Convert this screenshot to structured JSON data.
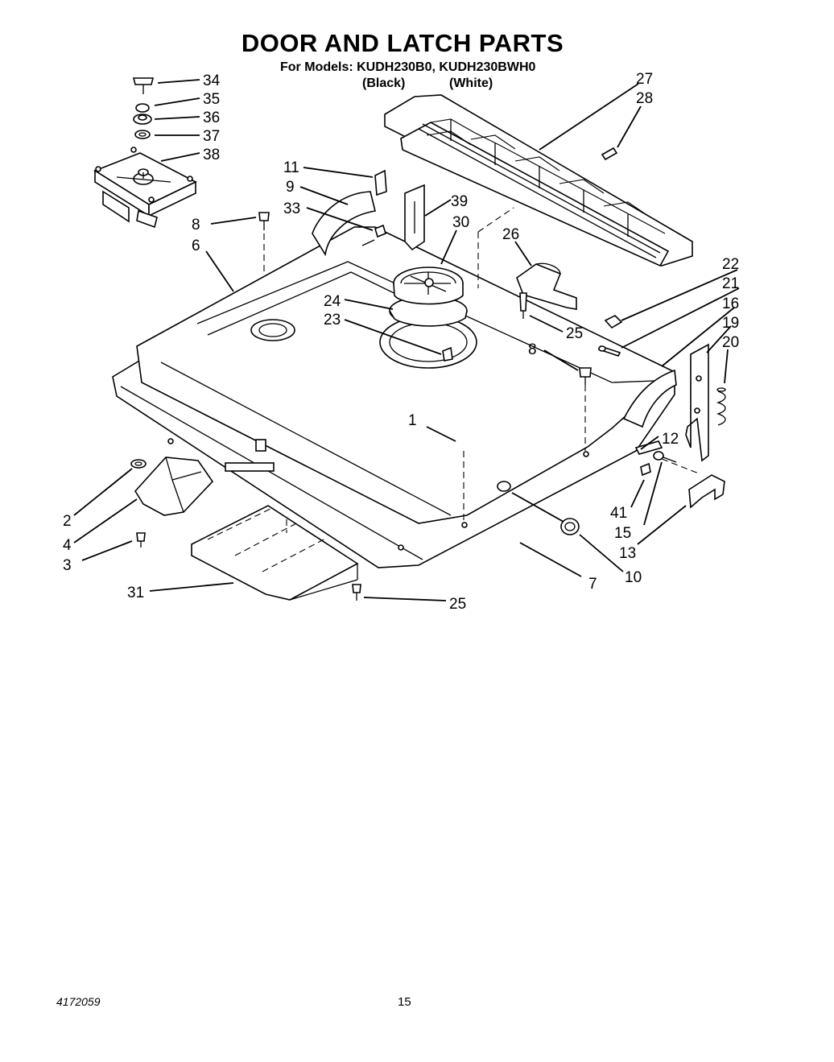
{
  "title": "DOOR AND LATCH PARTS",
  "subtitle": "For Models: KUDH230B0, KUDH230BWH0",
  "variants": [
    "(Black)",
    "(White)"
  ],
  "callouts": [
    "34",
    "35",
    "36",
    "37",
    "38",
    "27",
    "28",
    "11",
    "9",
    "39",
    "33",
    "30",
    "8",
    "6",
    "26",
    "22",
    "21",
    "24",
    "16",
    "23",
    "25",
    "19",
    "20",
    "8",
    "1",
    "12",
    "2",
    "4",
    "41",
    "15",
    "3",
    "13",
    "31",
    "7",
    "10",
    "25"
  ],
  "footer": {
    "doc_number": "4172059",
    "page_number": "15"
  }
}
